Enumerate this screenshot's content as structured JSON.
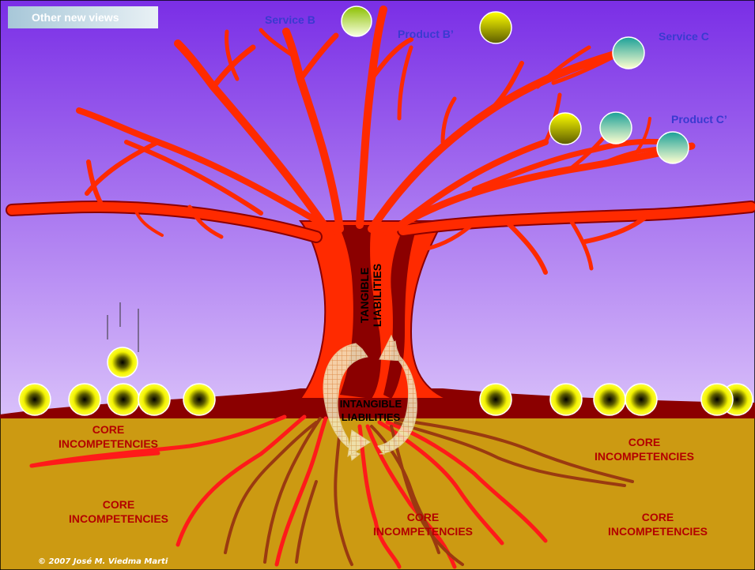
{
  "tab_label": "Other new views",
  "fruit_labels": {
    "service_b": "Service B",
    "product_b": "Product B’",
    "service_c": "Service C",
    "product_c": "Product C’"
  },
  "trunk_label": [
    "TANGIBLE",
    "LIABILITIES"
  ],
  "root_label": [
    "INTANGIBLE",
    "LIABILITIES"
  ],
  "core_labels": [
    [
      "CORE",
      "INCOMPETENCIES"
    ],
    [
      "CORE",
      "INCOMPETENCIES"
    ],
    [
      "CORE",
      "INCOMPETENCIES"
    ],
    [
      "CORE",
      "INCOMPETENCIES"
    ],
    [
      "CORE",
      "INCOMPETENCIES"
    ]
  ],
  "copyright": "© 2007 José M. Viedma Marti",
  "colors": {
    "sky_top": "#7a2ee6",
    "sky_bottom": "#d4b5f8",
    "ground": "#cc9a12",
    "tree": "#ff2a00",
    "tree_shadow": "#8b0000",
    "roots_light": "#ff1a1a",
    "roots_dark": "#9a3a10",
    "label_blue": "#3a3ad0",
    "label_red": "#b30000"
  },
  "icons": [
    "yellow-ball-icon",
    "green-fruit-icon",
    "olive-fruit-icon",
    "teal-fruit-icon",
    "cycle-arrow-icon"
  ]
}
